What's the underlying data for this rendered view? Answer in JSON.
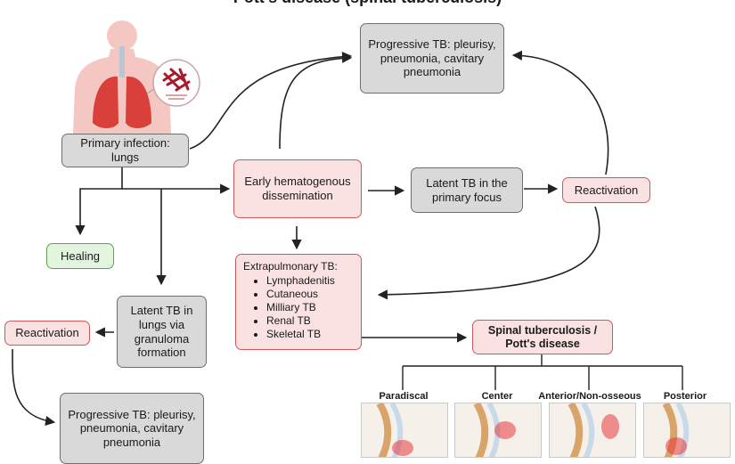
{
  "title": "Pott's disease (spinal tuberculosis)",
  "nodes": {
    "primary_infection": "Primary infection: lungs",
    "progressive_top": "Progressive TB: pleurisy, pneumonia, cavitary pneumonia",
    "early_hematogenous": "Early hematogenous dissemination",
    "latent_primary": "Latent TB in the primary focus",
    "reactivation_right": "Reactivation",
    "healing": "Healing",
    "extrapulmonary_title": "Extrapulmonary TB:",
    "extrapulmonary_items": [
      "Lymphadenitis",
      "Cutaneous",
      "Milliary TB",
      "Renal TB",
      "Skeletal TB"
    ],
    "latent_lungs": "Latent TB in lungs via granuloma formation",
    "reactivation_left": "Reactivation",
    "spinal_tb": "Spinal tuberculosis / Pott's disease",
    "progressive_bottom": "Progressive TB: pleurisy, pneumonia, cavitary pneumonia"
  },
  "spine_types": [
    "Paradiscal",
    "Center",
    "Anterior/Non-osseous",
    "Posterior"
  ],
  "colors": {
    "grey_box": "#d9d9d9",
    "pink_box": "#fbe2e2",
    "pink_border": "#cc5a5a",
    "green_box": "#e4f5df",
    "green_border": "#5aa450",
    "lesion_red": "#e8383d"
  },
  "icons": [
    "human-torso-icon",
    "lungs-icon",
    "mycobacterium-icon"
  ]
}
